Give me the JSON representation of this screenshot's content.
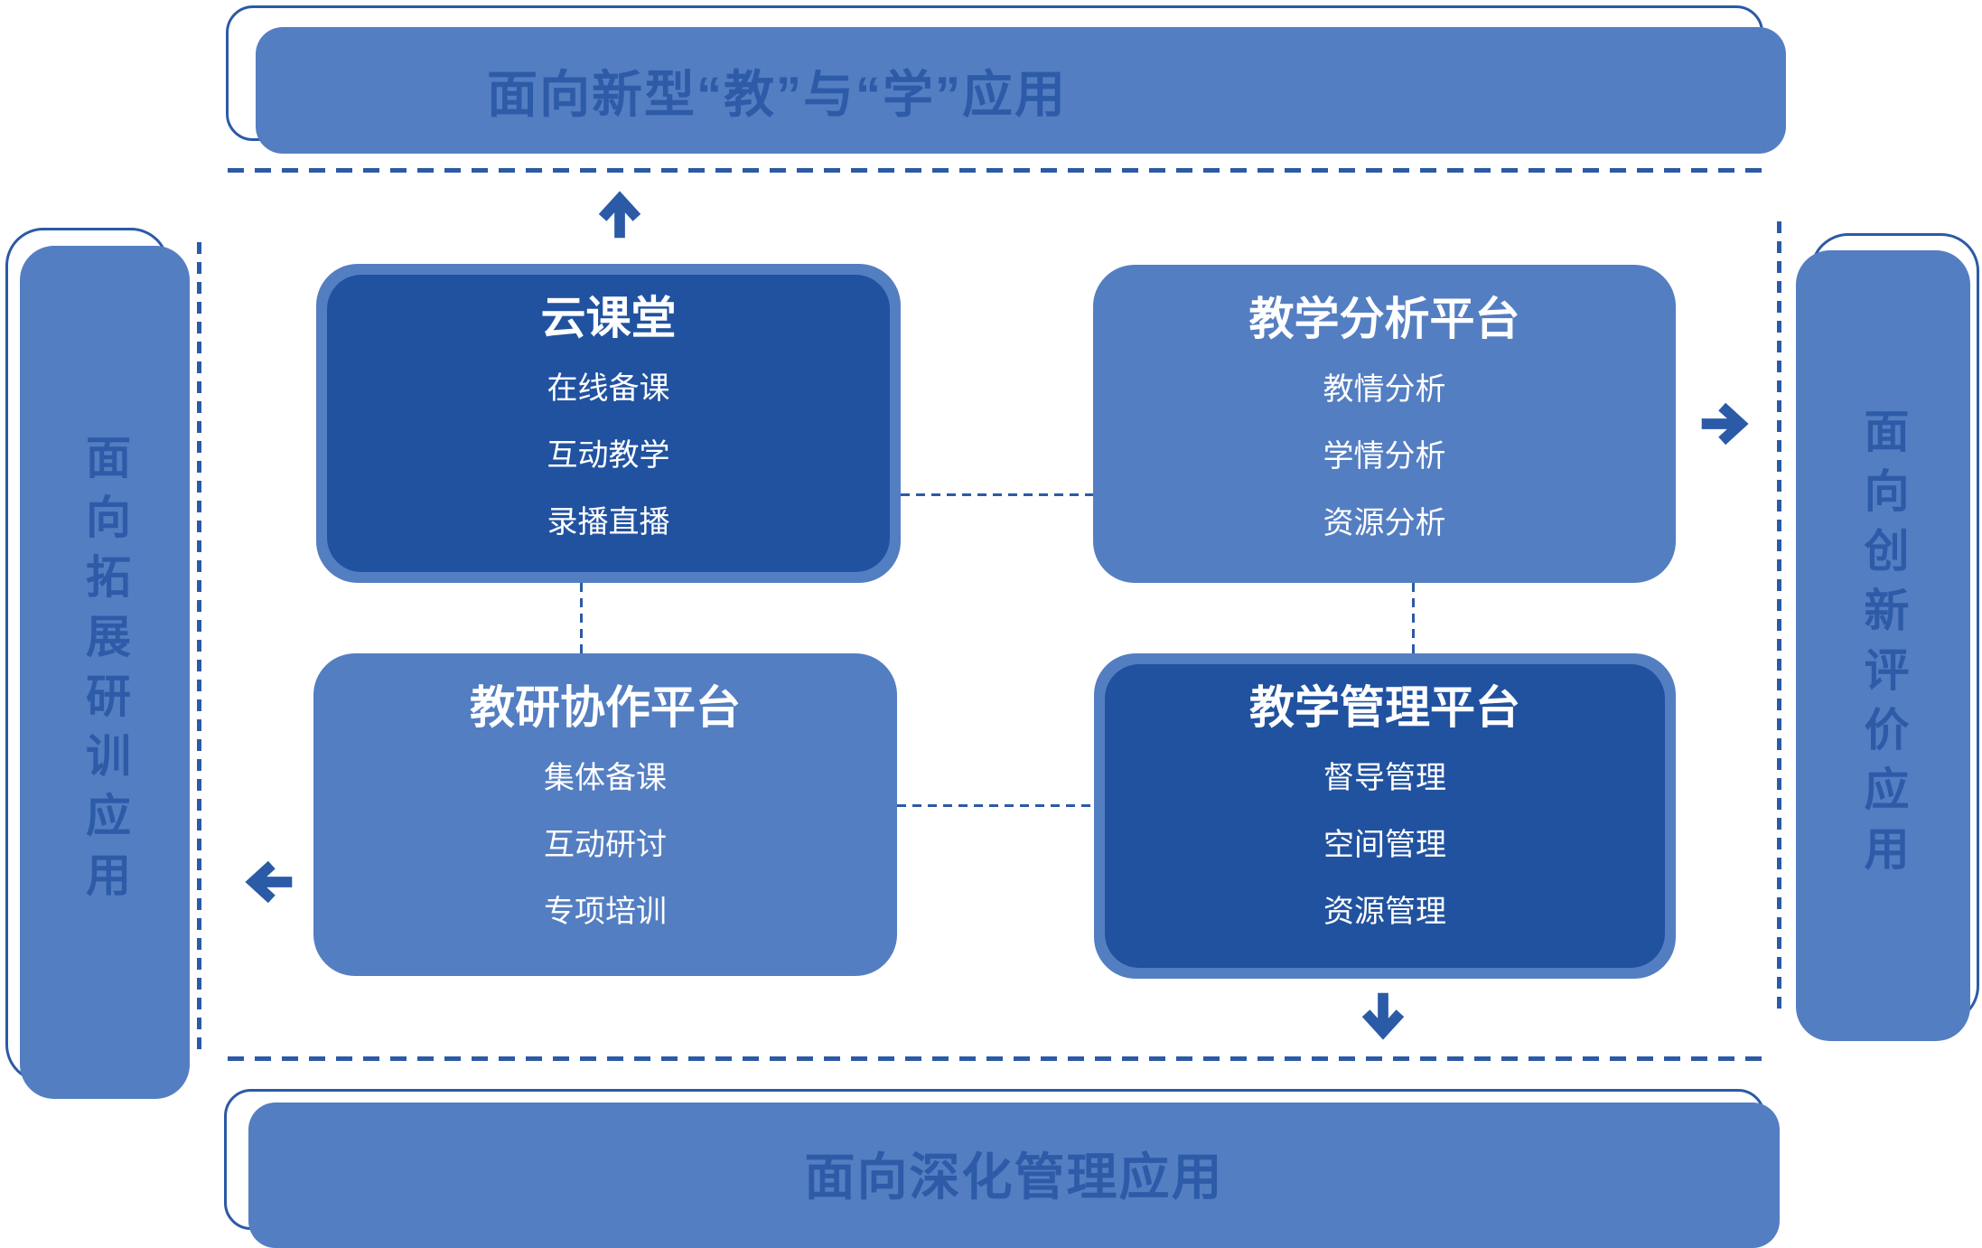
{
  "banners": {
    "top": "面向新型“教”与“学”应用",
    "right": "面向创新评价应用",
    "bottom": "面向深化管理应用",
    "left": "面向拓展研训应用"
  },
  "platforms": [
    {
      "id": "cloud-classroom",
      "style": "dark",
      "title": "云课堂",
      "items": [
        "在线备课",
        "互动教学",
        "录播直播"
      ]
    },
    {
      "id": "teaching-analysis",
      "style": "light",
      "title": "教学分析平台",
      "items": [
        "教情分析",
        "学情分析",
        "资源分析"
      ]
    },
    {
      "id": "research-collaboration",
      "style": "light",
      "title": "教研协作平台",
      "items": [
        "集体备课",
        "互动研讨",
        "专项培训"
      ]
    },
    {
      "id": "teaching-management",
      "style": "dark",
      "title": "教学管理平台",
      "items": [
        "督导管理",
        "空间管理",
        "资源管理"
      ]
    }
  ],
  "colors": {
    "light_blue": "#547EC2",
    "dark_blue": "#2152A0",
    "line_blue": "#2B5AA6",
    "banner_text_blue": "#2E5BA8",
    "card_text_white": "#FFFFFF"
  }
}
